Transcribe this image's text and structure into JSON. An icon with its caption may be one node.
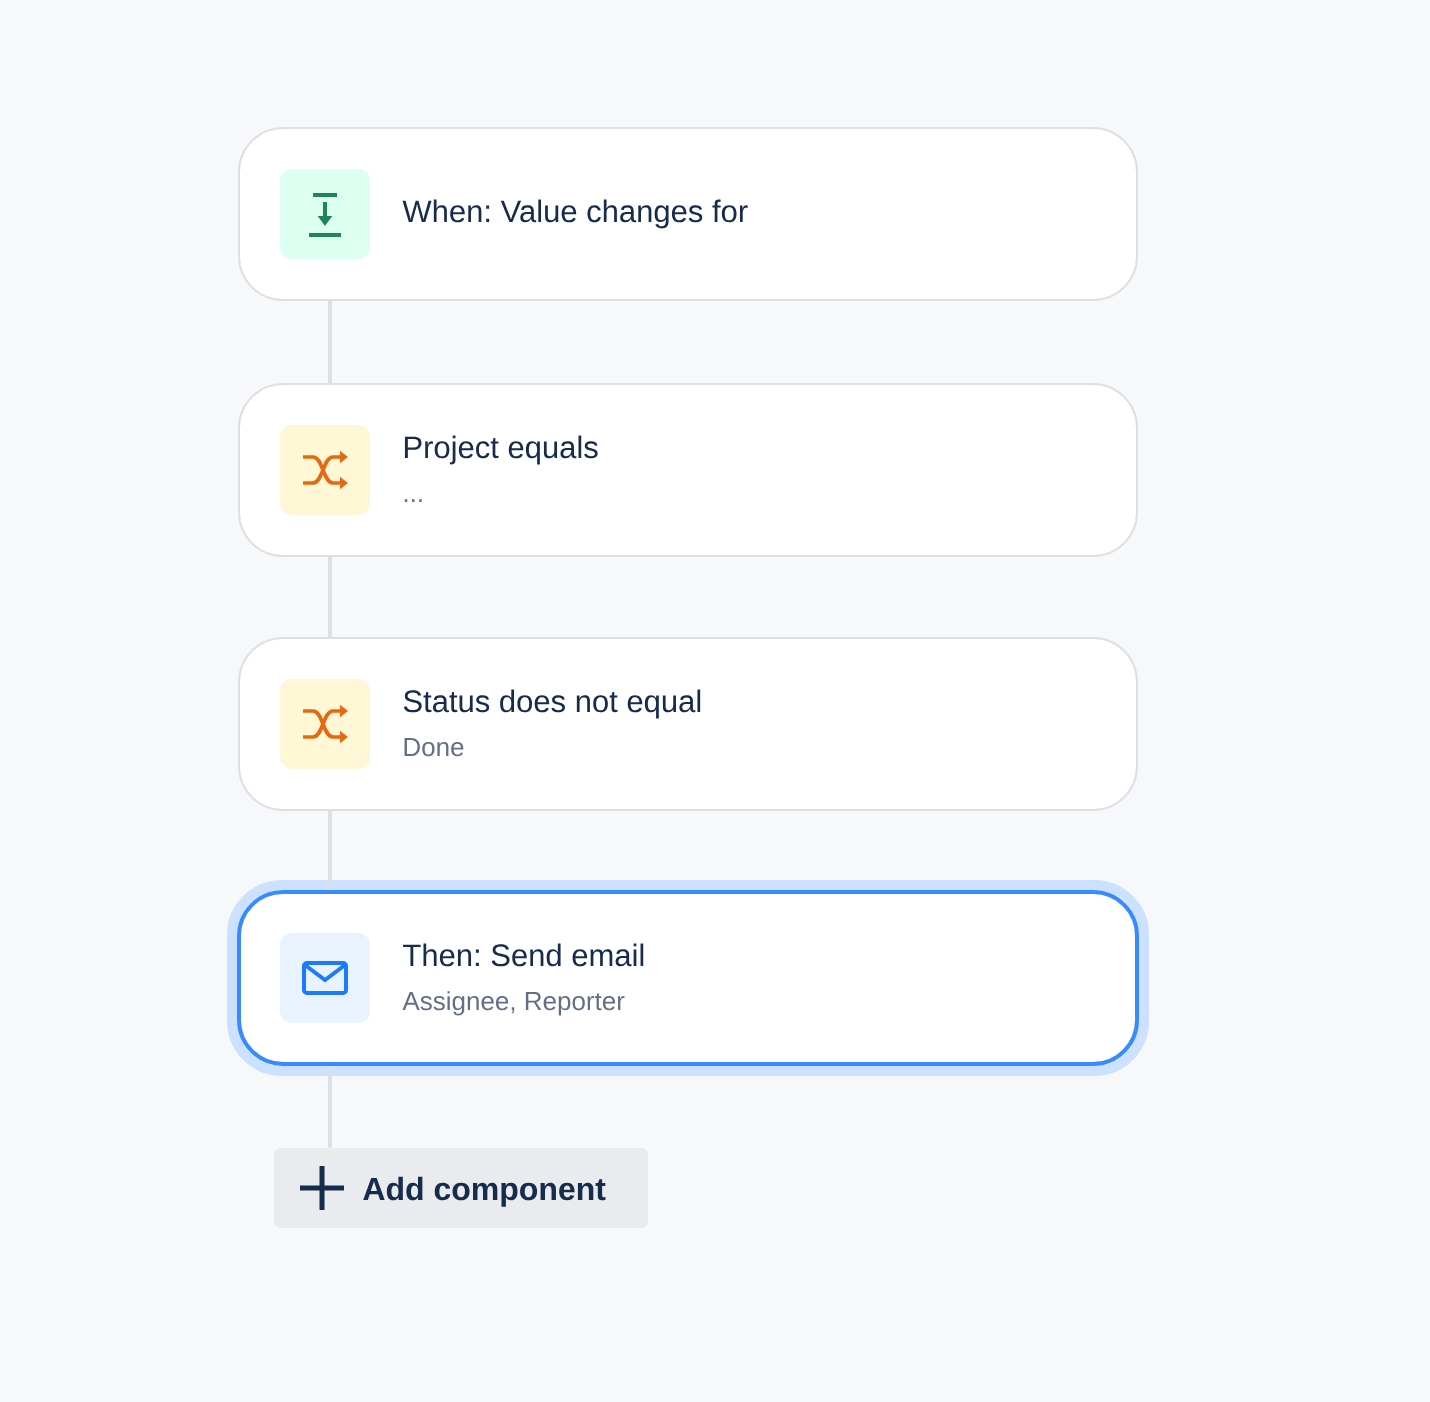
{
  "diagram": {
    "nodes": [
      {
        "text": [
          "When: Value changes for"
        ]
      },
      {
        "text": [
          "Project equals",
          "..."
        ]
      },
      {
        "text": [
          "Status does not equal",
          "Done"
        ]
      },
      {
        "text": [
          "Then: Send email",
          "Assignee, Reporter"
        ]
      },
      {
        "text": [
          "Add component"
        ]
      }
    ],
    "edges": [
      {
        "from": 0,
        "to": 1,
        "arrow": "none"
      },
      {
        "from": 1,
        "to": 2,
        "arrow": "none"
      },
      {
        "from": 2,
        "to": 3,
        "arrow": "none"
      },
      {
        "from": 3,
        "to": 4,
        "arrow": "none"
      }
    ]
  }
}
